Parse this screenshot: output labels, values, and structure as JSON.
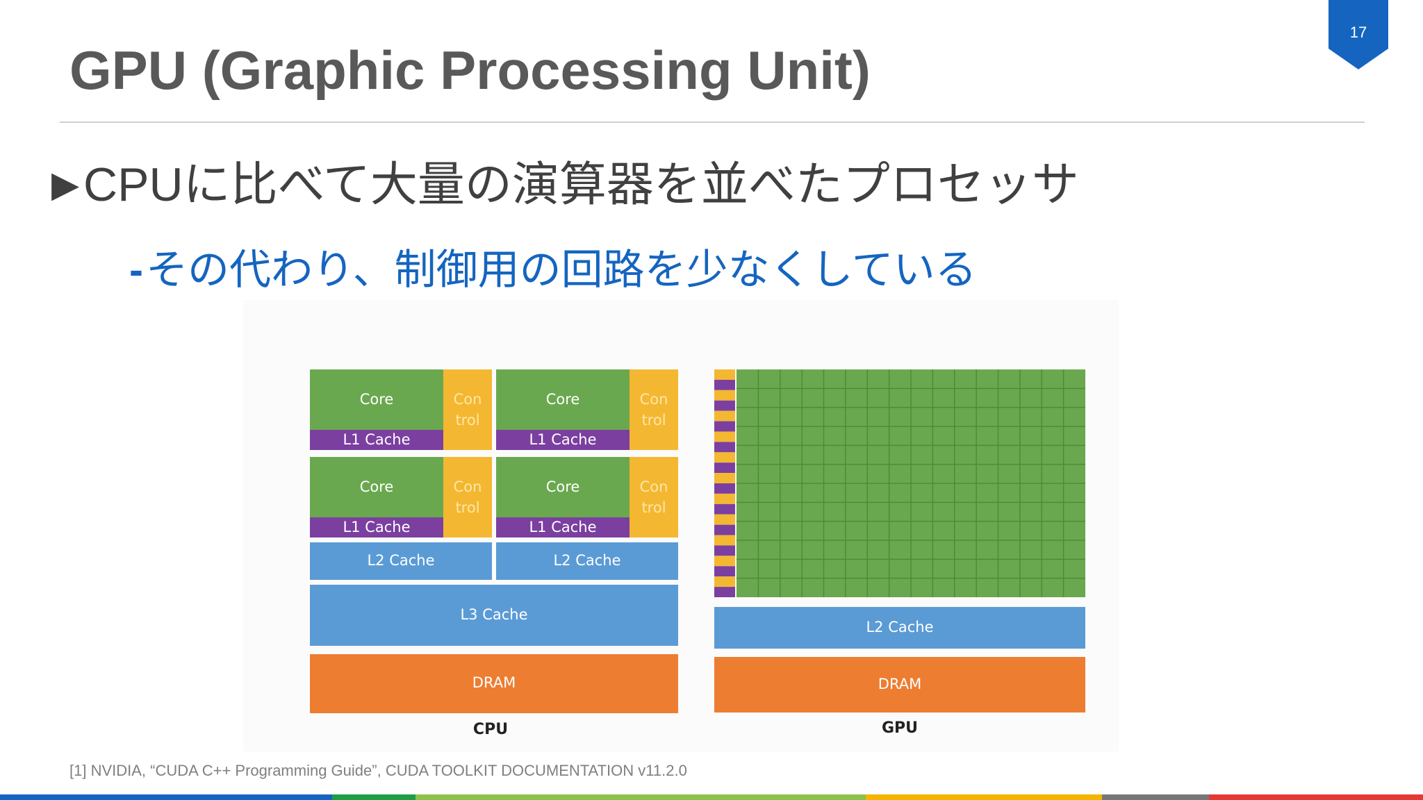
{
  "page_number": "17",
  "title": "GPU (Graphic Processing Unit)",
  "bullet_1": {
    "marker": "▶",
    "text": "CPUに比べて大量の演算器を並べたプロセッサ"
  },
  "bullet_2": {
    "marker": "-",
    "text": "その代わり、制御用の回路を少なくしている"
  },
  "diagram": {
    "cpu": {
      "caption": "CPU",
      "core_label": "Core",
      "control_label_line1": "Con",
      "control_label_line2": "trol",
      "l1_label": "L1 Cache",
      "l2_label": "L2 Cache",
      "l3_label": "L3 Cache",
      "dram_label": "DRAM"
    },
    "gpu": {
      "caption": "GPU",
      "l2_label": "L2 Cache",
      "dram_label": "DRAM"
    }
  },
  "citation": "[1] NVIDIA, “CUDA C++ Programming Guide”, CUDA TOOLKIT DOCUMENTATION v11.2.0",
  "colors": {
    "core": "#6aa84f",
    "control": "#f4b731",
    "l1": "#7b3fa0",
    "cache": "#5b9bd5",
    "dram": "#ed7d31",
    "accent": "#1565c0",
    "footer": [
      "#1565c0",
      "#1e9e45",
      "#8bc34a",
      "#f4b400",
      "#777777",
      "#e53935"
    ]
  }
}
